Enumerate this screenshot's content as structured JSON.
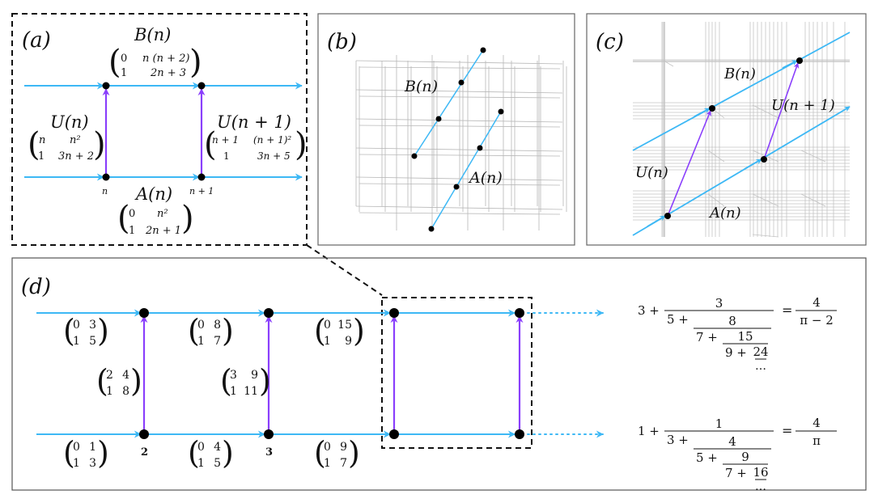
{
  "colors": {
    "blue": "#3db8f5",
    "purple": "#8a3ffc",
    "node": "#000000",
    "frame": "#555555",
    "dashed": "#111111"
  },
  "panel_a": {
    "label": "(a)",
    "B_label": "B(n)",
    "B_matrix": [
      [
        "0",
        "n (n + 2)"
      ],
      [
        "1",
        "2n + 3"
      ]
    ],
    "U_label": "U(n)",
    "U_matrix": [
      [
        "n",
        "n²"
      ],
      [
        "1",
        "3n + 2"
      ]
    ],
    "U1_label": "U(n + 1)",
    "U1_matrix": [
      [
        "n + 1",
        "(n + 1)²"
      ],
      [
        "1",
        "3n + 5"
      ]
    ],
    "A_label": "A(n)",
    "A_matrix": [
      [
        "0",
        "n²"
      ],
      [
        "1",
        "2n + 1"
      ]
    ],
    "node_n": "n",
    "node_n1": "n + 1"
  },
  "panel_b": {
    "label": "(b)",
    "B_label": "B(n)",
    "A_label": "A(n)"
  },
  "panel_c": {
    "label": "(c)",
    "B_label": "B(n)",
    "A_label": "A(n)",
    "U_label": "U(n)",
    "U1_label": "U(n + 1)"
  },
  "panel_d": {
    "label": "(d)",
    "top_matrices": [
      [
        [
          "0",
          "3"
        ],
        [
          "1",
          "5"
        ]
      ],
      [
        [
          "0",
          "8"
        ],
        [
          "1",
          "7"
        ]
      ],
      [
        [
          "0",
          "15"
        ],
        [
          "1",
          "9"
        ]
      ]
    ],
    "bottom_matrices": [
      [
        [
          "0",
          "1"
        ],
        [
          "1",
          "3"
        ]
      ],
      [
        [
          "0",
          "4"
        ],
        [
          "1",
          "5"
        ]
      ],
      [
        [
          "0",
          "9"
        ],
        [
          "1",
          "7"
        ]
      ]
    ],
    "vertical_matrices": [
      [
        [
          "2",
          "4"
        ],
        [
          "1",
          "8"
        ]
      ],
      [
        [
          "3",
          "9"
        ],
        [
          "1",
          "11"
        ]
      ]
    ],
    "node_labels": [
      "2",
      "3"
    ],
    "cf_top": {
      "terms": [
        "3",
        "5",
        "7",
        "9"
      ],
      "numerators": [
        "3",
        "8",
        "15",
        "24"
      ],
      "tail": "…",
      "result_num": "4",
      "result_den": "π − 2"
    },
    "cf_bottom": {
      "terms": [
        "1",
        "3",
        "5",
        "7"
      ],
      "numerators": [
        "1",
        "4",
        "9",
        "16"
      ],
      "tail": "…",
      "result_num": "4",
      "result_den": "π"
    }
  }
}
